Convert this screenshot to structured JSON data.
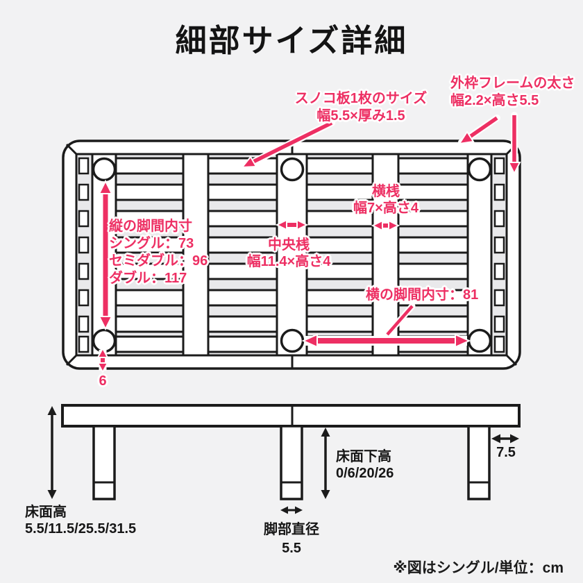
{
  "title": "細部サイズ詳細",
  "colors": {
    "accent": "#ed2f63",
    "line": "#1b1b1b",
    "background": "#f2f2f3"
  },
  "top_view": {
    "slat_size_label": {
      "line1": "スノコ板1枚のサイズ",
      "line2": "幅5.5×厚み1.5"
    },
    "outer_frame_label": {
      "line1": "外枠フレームの太さ",
      "line2": "幅2.2×高さ5.5"
    },
    "vertical_leg_span_label": {
      "title": "縦の脚間内寸",
      "single": "シングル：73",
      "semi_double": "セミダブル：96",
      "double": "ダブル：117"
    },
    "center_rail_label": {
      "line1": "中央桟",
      "line2": "幅11.4×高さ4"
    },
    "cross_rail_label": {
      "line1": "横桟",
      "line2": "幅7×高さ4"
    },
    "horizontal_leg_span_label": "横の脚間内寸：81",
    "frame_edge_offset": "6"
  },
  "side_view": {
    "floor_height_label": "床面高",
    "floor_height_values": "5.5/11.5/25.5/31.5",
    "under_floor_height_label": "床面下高",
    "under_floor_height_values": "0/6/20/26",
    "end_overhang_value": "7.5",
    "leg_diameter_label": "脚部直径",
    "leg_diameter_value": "5.5"
  },
  "footnote": "※図はシングル/単位：cm"
}
